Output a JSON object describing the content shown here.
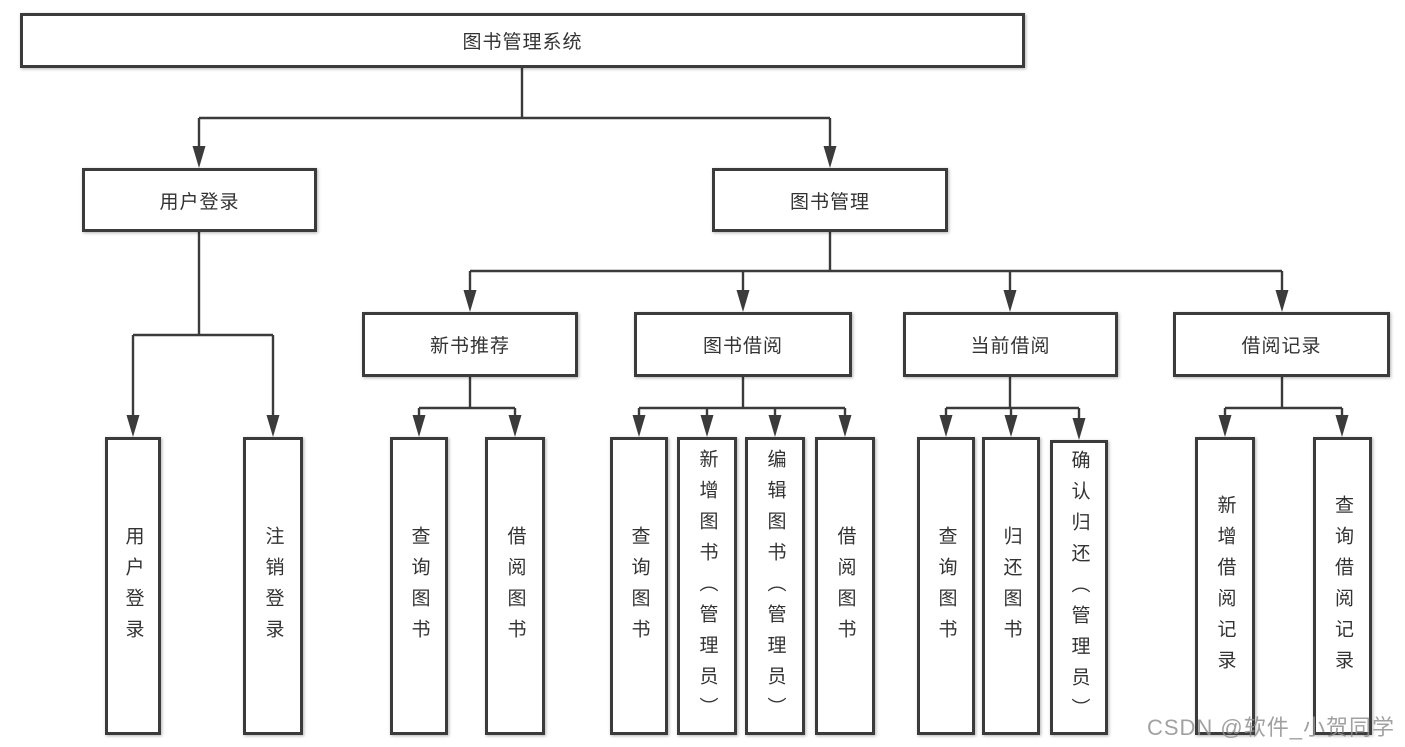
{
  "diagram": {
    "title": "图书管理系统",
    "watermark": "CSDN @软件_小贺同学",
    "colors": {
      "line": "#3b3b3b",
      "text": "#333333",
      "background": "#ffffff",
      "watermark": "#919191"
    },
    "tree": {
      "label": "图书管理系统",
      "children": [
        {
          "label": "用户登录",
          "children": [
            {
              "label": "用户登录"
            },
            {
              "label": "注销登录"
            }
          ]
        },
        {
          "label": "图书管理",
          "children": [
            {
              "label": "新书推荐",
              "children": [
                {
                  "label": "查询图书"
                },
                {
                  "label": "借阅图书"
                }
              ]
            },
            {
              "label": "图书借阅",
              "children": [
                {
                  "label": "查询图书"
                },
                {
                  "label": "新增图书（管理员）"
                },
                {
                  "label": "编辑图书（管理员）"
                },
                {
                  "label": "借阅图书"
                }
              ]
            },
            {
              "label": "当前借阅",
              "children": [
                {
                  "label": "查询图书"
                },
                {
                  "label": "归还图书"
                },
                {
                  "label": "确认归还（管理员）"
                }
              ]
            },
            {
              "label": "借阅记录",
              "children": [
                {
                  "label": "新增借阅记录"
                },
                {
                  "label": "查询借阅记录"
                }
              ]
            }
          ]
        }
      ]
    }
  }
}
